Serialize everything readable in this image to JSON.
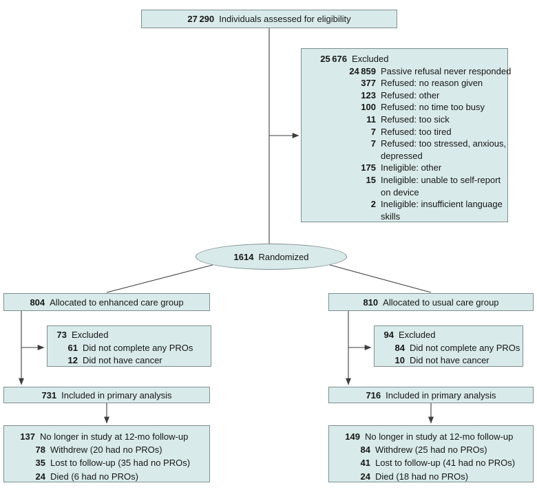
{
  "figure": {
    "eligibility": {
      "num": "27 290",
      "label": "Individuals assessed for eligibility"
    },
    "excluded": {
      "num": "25 676",
      "label": "Excluded",
      "rows": [
        {
          "num": "24 859",
          "label": "Passive refusal never responded"
        },
        {
          "num": "377",
          "label": "Refused: no reason given"
        },
        {
          "num": "123",
          "label": "Refused: other"
        },
        {
          "num": "100",
          "label": "Refused: no time too busy"
        },
        {
          "num": "11",
          "label": "Refused: too sick"
        },
        {
          "num": "7",
          "label": "Refused: too tired"
        },
        {
          "num": "7",
          "label": "Refused: too stressed, anxious,\ndepressed"
        },
        {
          "num": "175",
          "label": "Ineligible: other"
        },
        {
          "num": "15",
          "label": "Ineligible: unable to self-report\non device"
        },
        {
          "num": "2",
          "label": "Ineligible: insufficient language\nskills"
        }
      ]
    },
    "randomized": {
      "num": "1614",
      "label": "Randomized"
    },
    "enhanced": {
      "allocation": {
        "num": "804",
        "label": "Allocated to enhanced care group"
      },
      "excluded": {
        "num": "73",
        "label": "Excluded",
        "rows": [
          {
            "num": "61",
            "label": "Did not complete any PROs"
          },
          {
            "num": "12",
            "label": "Did not have cancer"
          }
        ]
      },
      "primary": {
        "num": "731",
        "label": "Included in primary analysis"
      },
      "followup": {
        "num": "137",
        "label": "No longer in study at 12-mo follow-up",
        "rows": [
          {
            "num": "78",
            "label": "Withdrew (20 had no PROs)"
          },
          {
            "num": "35",
            "label": "Lost to follow-up (35 had no PROs)"
          },
          {
            "num": "24",
            "label": "Died (6 had no PROs)"
          }
        ]
      }
    },
    "usual": {
      "allocation": {
        "num": "810",
        "label": "Allocated to usual care group"
      },
      "excluded": {
        "num": "94",
        "label": "Excluded",
        "rows": [
          {
            "num": "84",
            "label": "Did not complete any PROs"
          },
          {
            "num": "10",
            "label": "Did not have cancer"
          }
        ]
      },
      "primary": {
        "num": "716",
        "label": "Included in primary analysis"
      },
      "followup": {
        "num": "149",
        "label": "No longer in study at 12-mo follow-up",
        "rows": [
          {
            "num": "84",
            "label": "Withdrew (25 had no PROs)"
          },
          {
            "num": "41",
            "label": "Lost to follow-up (41 had no PROs)"
          },
          {
            "num": "24",
            "label": "Died (18 had no PROs)"
          }
        ]
      }
    }
  },
  "colors": {
    "box_fill": "#d9eaea",
    "box_border": "#7d8d8d",
    "line": "#3d3d3d",
    "text": "#161616",
    "background": "#ffffff"
  }
}
